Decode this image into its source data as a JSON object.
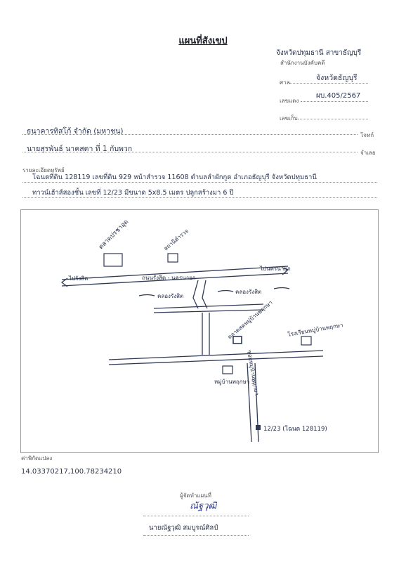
{
  "document": {
    "title": "แผนที่สังเขป",
    "header": {
      "province_office": "จังหวัดปทุมธานี สาขาธัญบุรี",
      "office_label": "สำนักงานบังคับคดี",
      "court_label": "ศาล",
      "court_value": "จังหวัดธัญบุรี",
      "black_case_label": "เลขแดง",
      "black_case_value": "ผบ.405/2567",
      "case_no_label": "เลขเก็บ"
    },
    "plaintiff": {
      "value": "ธนาคารทิสโก้ จำกัด (มหาชน)",
      "label": "โจทก์"
    },
    "defendant": {
      "value": "นายสุรพันธ์ นาคสดา ที่ 1 กับพวก",
      "label": "จำเลย"
    },
    "asset_details": {
      "label": "รายละเอียดทรัพย์",
      "line1": "โฉนดที่ดิน 128119 เลขที่ดิน 929 หน้าสำรวจ 11608 ตำบลลำผักกูด อำเภอธัญบุรี จังหวัดปทุมธานี",
      "line2": "ทาวน์เฮ้าส์สองชั้น เลขที่ 12/23 มีขนาด 5x8.5 เมตร ปลูกสร้างมา 6 ปี"
    },
    "map": {
      "labels": {
        "market": "ตลาดปรชาอุด",
        "police": "สถานีตำรวจ",
        "road_main": "ถนนรังสิต - นครนายก",
        "rangsit": "ไปรังสิต",
        "nakhon": "ไปนครนายก",
        "canal_left": "คลองรังสิต",
        "canal_right": "คลองรังสิต",
        "school": "โรงเรียนหมู่บ้านพฤกษา",
        "market_node": "ตลาดสดหมู่บ้านพฤกษา",
        "village": "หมู่บ้านพฤกษา 5",
        "soi": "ซอยหมู่บ้านพฤกษา",
        "property": "12/23 (โฉนด 128119)"
      }
    },
    "coordinates": {
      "label": "ค่าพิกัดแปลง",
      "value": "14.03370217,100.78234210"
    },
    "signature": {
      "label": "ผู้จัดทำแผนที่",
      "name": "นายณัฐวุฒิ สมบูรณ์ศิลป์",
      "sig_mark": "ณัฐวุฒิ"
    }
  }
}
